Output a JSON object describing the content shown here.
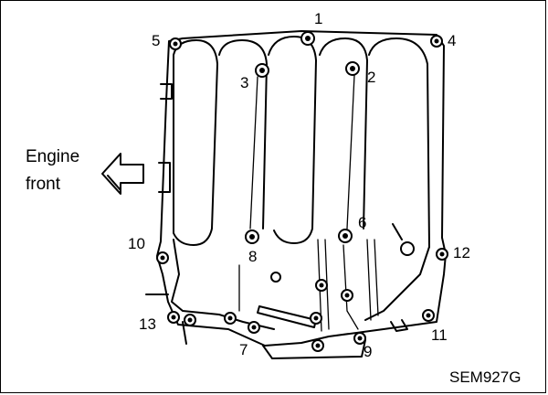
{
  "diagram": {
    "caption_line1": "Engine",
    "caption_line2": "front",
    "figure_code": "SEM927G",
    "bolt_labels": {
      "b1": "1",
      "b2": "2",
      "b3": "3",
      "b4": "4",
      "b5": "5",
      "b6": "6",
      "b7": "7",
      "b8": "8",
      "b9": "9",
      "b10": "10",
      "b11": "11",
      "b12": "12",
      "b13": "13"
    }
  }
}
